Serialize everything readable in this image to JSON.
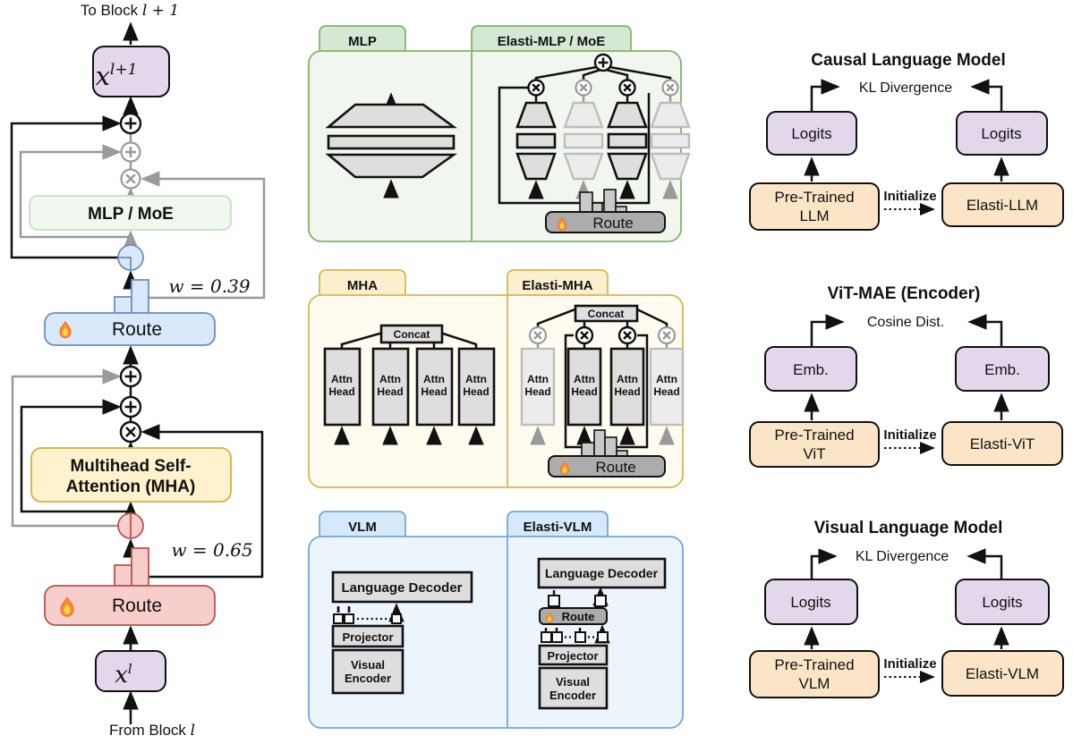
{
  "colors": {
    "purple_fill": "#E3D7EB",
    "orange_fill": "#FCE5C7",
    "yellow_fill": "#FFF2CC",
    "yellow_border": "#D6B656",
    "green_tab_fill": "#D5E8D4",
    "green_panel_fill": "#F1F7EE",
    "green_border": "#82B366",
    "blue_fill": "#DAE8FC",
    "blue_border": "#6C8EBF",
    "blue_panel_fill": "#EDF5FC",
    "red_fill": "#F8CECC",
    "red_border": "#B85450",
    "route_gray_fill": "#ACACAC",
    "shape_gray_fill": "#DEDEDE",
    "inactive_gray": "#BDBDBD",
    "line_black": "#111111",
    "line_gray": "#9A9A9A",
    "flame_orange": "#FF8A2A",
    "flame_yellow": "#FFD84D"
  },
  "icons": {
    "fire_icon": "flame"
  },
  "left_diagram": {
    "to_block_prefix": "To Block ",
    "to_block_var": "l + 1",
    "x_out_base": "x",
    "x_out_sup": "l+1",
    "mlp_moe_label": "MLP / MoE",
    "route_label": "Route",
    "w_mlp": "w = 0.39",
    "mha_line1": "Multihead Self-",
    "mha_line2": "Attention (MHA)",
    "w_attn": "w = 0.65",
    "x_in_base": "x",
    "x_in_sup": "l",
    "from_block_prefix": "From Block ",
    "from_block_var": "l"
  },
  "panels": {
    "mlp": {
      "tab_left": "MLP",
      "tab_right": "Elasti-MLP / MoE",
      "route_label": "Route"
    },
    "mha": {
      "tab_left": "MHA",
      "tab_right": "Elasti-MHA",
      "concat_label": "Concat",
      "attn_line1": "Attn",
      "attn_line2": "Head",
      "route_label": "Route"
    },
    "vlm": {
      "tab_left": "VLM",
      "tab_right": "Elasti-VLM",
      "decoder_label": "Language Decoder",
      "projector_label": "Projector",
      "encoder_line1": "Visual",
      "encoder_line2": "Encoder",
      "route_label": "Route"
    }
  },
  "right_column": {
    "sections": [
      {
        "title": "Causal Language Model",
        "metric": "KL Divergence",
        "left_box": "Logits",
        "right_box": "Logits",
        "pretrained_line1": "Pre-Trained",
        "pretrained_line2": "LLM",
        "initialize": "Initialize",
        "elastic": "Elasti-LLM"
      },
      {
        "title": "ViT-MAE (Encoder)",
        "metric": "Cosine Dist.",
        "left_box": "Emb.",
        "right_box": "Emb.",
        "pretrained_line1": "Pre-Trained",
        "pretrained_line2": "ViT",
        "initialize": "Initialize",
        "elastic": "Elasti-ViT"
      },
      {
        "title": "Visual Language Model",
        "metric": "KL Divergence",
        "left_box": "Logits",
        "right_box": "Logits",
        "pretrained_line1": "Pre-Trained",
        "pretrained_line2": "VLM",
        "initialize": "Initialize",
        "elastic": "Elasti-VLM"
      }
    ]
  }
}
